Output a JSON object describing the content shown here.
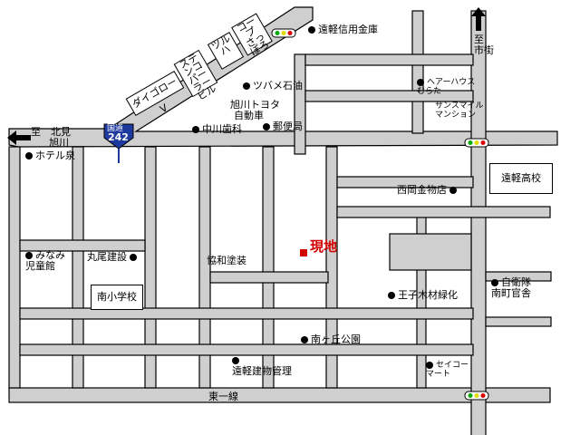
{
  "places": {
    "enkei_shinyou": "遠軽信用金庫",
    "tsubame": "ツバメ石油",
    "asahikawa_toyota_1": "旭川トヨタ",
    "asahikawa_toyota_2": "自動車",
    "nakagawa": "中川歯科",
    "post": "郵便局",
    "hotel": "ホテル泉",
    "minami_1": "みなみ",
    "minami_2": "児童館",
    "maruo": "丸尾建設",
    "minami_school": "南小学校",
    "kyowa": "協和塗装",
    "genchi": "現地",
    "nishioka": "西岡金物店",
    "oji": "王子木材緑化",
    "koen": "南ヶ丘公園",
    "enkei_kenbutsu": "遠軽建物管理",
    "higashi1": "東一線",
    "enkei_high": "遠軽高校",
    "jieitai_1": "自衛隊",
    "jieitai_2": "南町官舎",
    "seicomart_1": "セイコー",
    "seicomart_2": "マート",
    "hair": "ヘアーハウス",
    "murata": "むらた",
    "sunsmile_1": "サンスマイル",
    "sunsmile_2": "マンション",
    "dai_go": "ダイゴロー",
    "v": "V",
    "stencil_1": "ステンコ",
    "stencil_2": "パーラー",
    "stencil_3": "ビル",
    "tsuruha": "ツルハ",
    "coop_1": "コープ",
    "coop_2": "さっぽろ"
  },
  "directions": {
    "to_left_1": "至　北見",
    "to_left_2": "旭川",
    "to_top": "至",
    "to_top_2": "市街"
  },
  "route": {
    "number": "242",
    "label": "国道"
  }
}
